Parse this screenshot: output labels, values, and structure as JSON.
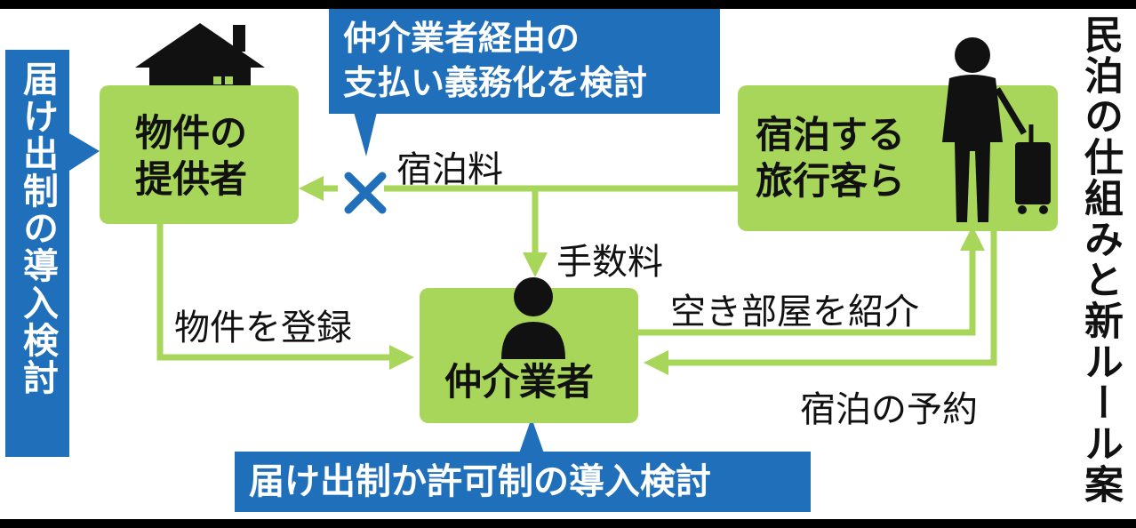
{
  "title": "民泊の仕組みと新ルール案",
  "nodes": {
    "provider": "物件の\n提供者",
    "traveler": "宿泊する\n旅行客ら",
    "broker": "仲介業者"
  },
  "edge_labels": {
    "lodging_fee": "宿泊料",
    "commission": "手数料",
    "register_property": "物件を登録",
    "introduce_rooms": "空き部屋を紹介",
    "reservation": "宿泊の予約"
  },
  "callouts": {
    "payment_via_broker": "仲介業者経由の\n支払い義務化を検討",
    "provider_notification": "届け出制の導入検討",
    "broker_license": "届け出制か許可制の導入検討"
  },
  "colors": {
    "node_green": "#a8d65a",
    "callout_blue": "#1f6fbb",
    "arrow_green": "#a8d65a",
    "cross_blue": "#1f6fbb"
  },
  "icons": [
    "house-icon",
    "person-icon",
    "traveler-with-suitcase-icon",
    "cross-mark-icon"
  ]
}
